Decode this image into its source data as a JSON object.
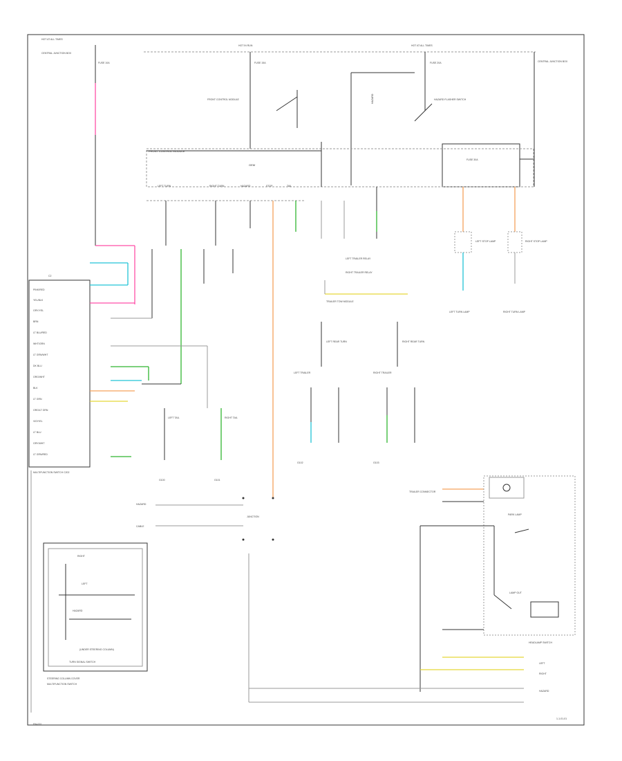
{
  "labels": {
    "hot_run_left": "HOT IN RUN",
    "hot_start": "HOT AT ALL TIMES",
    "hot_start_right": "HOT AT ALL TIMES",
    "fuse_10a": "FUSE 10A",
    "fuse_15a": "FUSE 15A",
    "fuse_20a": "FUSE 20A",
    "fuse_30a": "FUSE 30A",
    "fuse_box_right": "CENTRAL JUNCTION BOX",
    "front_control_module": "FRONT CONTROL MODULE",
    "gem": "GEM",
    "hazard_switch": "HAZARD FLASHER SWITCH",
    "turn_lamp_left": "LEFT TURN LAMP",
    "turn_lamp_right": "RIGHT TURN LAMP",
    "trailer_relay_note": "LEFT TRAILER RELAY",
    "trailer_relay_note2": "RIGHT TRAILER RELAY",
    "lighting_module": "TRAILER TOW MODULE",
    "left_turn_rear": "LEFT REAR TURN",
    "right_turn_rear": "RIGHT REAR TURN",
    "stop_lamp_left": "LEFT STOP LAMP",
    "stop_lamp_right": "RIGHT STOP LAMP",
    "left_tail": "LEFT TAIL",
    "right_tail": "RIGHT TAIL",
    "ground_g1": "G100",
    "ground_g2": "G101",
    "ground_g3": "G102",
    "ground_g4": "G103",
    "multifunction_switch": "MULTIFUNCTION SWITCH",
    "turn_signal_switch": "TURN SIGNAL SWITCH",
    "steering_column_cover": "STEERING COLUMN COVER",
    "steering_note": "(UNDER STEERING COLUMN)",
    "headlamp_switch": "HEADLAMP SWITCH",
    "park_lamp": "PARK LAMP",
    "lamp_out": "LAMP OUT",
    "right_label": "RIGHT",
    "left_label": "LEFT",
    "hazard_label": "HAZARD",
    "trailer_conn": "TRAILER CONNECTOR",
    "junction": "JUNCTION",
    "cable_label": "CABLE",
    "left_conn_header": "LEFT TRAILER",
    "right_conn_header": "RIGHT TRAILER",
    "footer_left": "FW-001",
    "footer_right": "1-1-01-01"
  },
  "connector": {
    "title": "C2",
    "pins": [
      "PINK/RED",
      "YEL/BLK",
      "GRY/YEL",
      "BRN",
      "LT BLU/RED",
      "WHT/GRN",
      "LT GRN/WHT",
      "DK BLU",
      "ORG/WHT",
      "BLK",
      "LT GRN",
      "ORG/LT GRN",
      "VIO/YEL",
      "LT BLU",
      "GRY/WHT",
      "LT GRN/RED"
    ],
    "caption": "MULTIFUNCTION SWITCH C202"
  },
  "module_pins": [
    "LEFT TURN",
    "RIGHT TURN",
    "HAZARD",
    "STOP",
    "TAIL"
  ],
  "colors": {
    "pink": "#ff4da6",
    "cyan": "#21c4d6",
    "green": "#2fb52f",
    "orange": "#f5a25a",
    "yellow": "#e5d838",
    "line": "#333333"
  }
}
